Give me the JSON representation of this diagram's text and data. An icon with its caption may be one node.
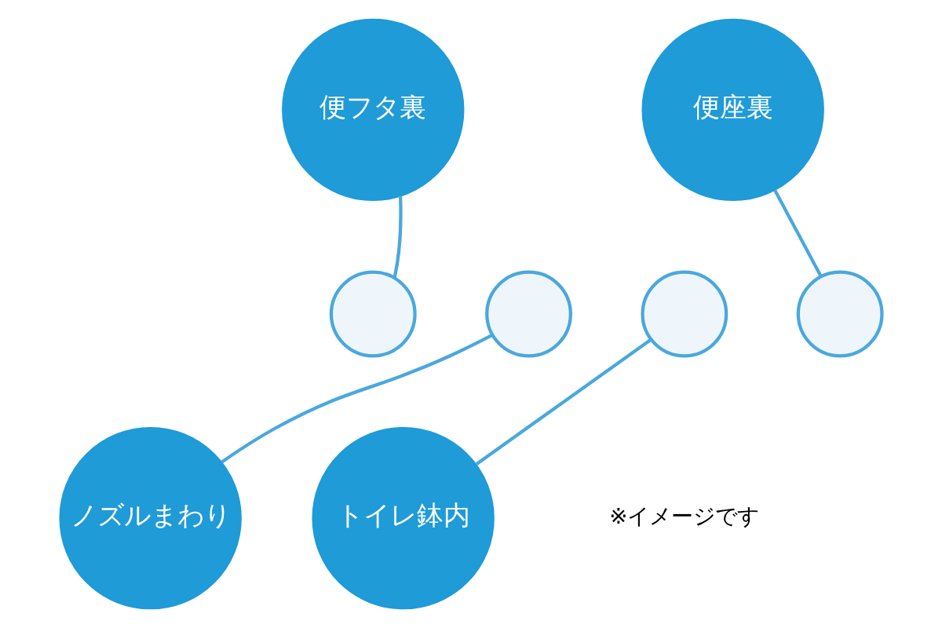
{
  "diagram": {
    "nodes": [
      {
        "text": [
          "便フタ裏"
        ]
      },
      {
        "text": [
          "便座裏"
        ]
      },
      {
        "text": [],
        "shape": "circle"
      },
      {
        "text": [],
        "shape": "circle"
      },
      {
        "text": [],
        "shape": "circle"
      },
      {
        "text": [],
        "shape": "circle"
      },
      {
        "text": [
          "ノズルまわり"
        ]
      },
      {
        "text": [
          "トイレ鉢内"
        ]
      }
    ],
    "edges": [
      {
        "from": 0,
        "to": 2,
        "arrow": "none"
      },
      {
        "from": 1,
        "to": 5,
        "arrow": "none"
      },
      {
        "from": 6,
        "to": 3,
        "arrow": "none"
      },
      {
        "from": 7,
        "to": 4,
        "arrow": "none"
      }
    ],
    "labels": [
      "※イメージです"
    ]
  }
}
